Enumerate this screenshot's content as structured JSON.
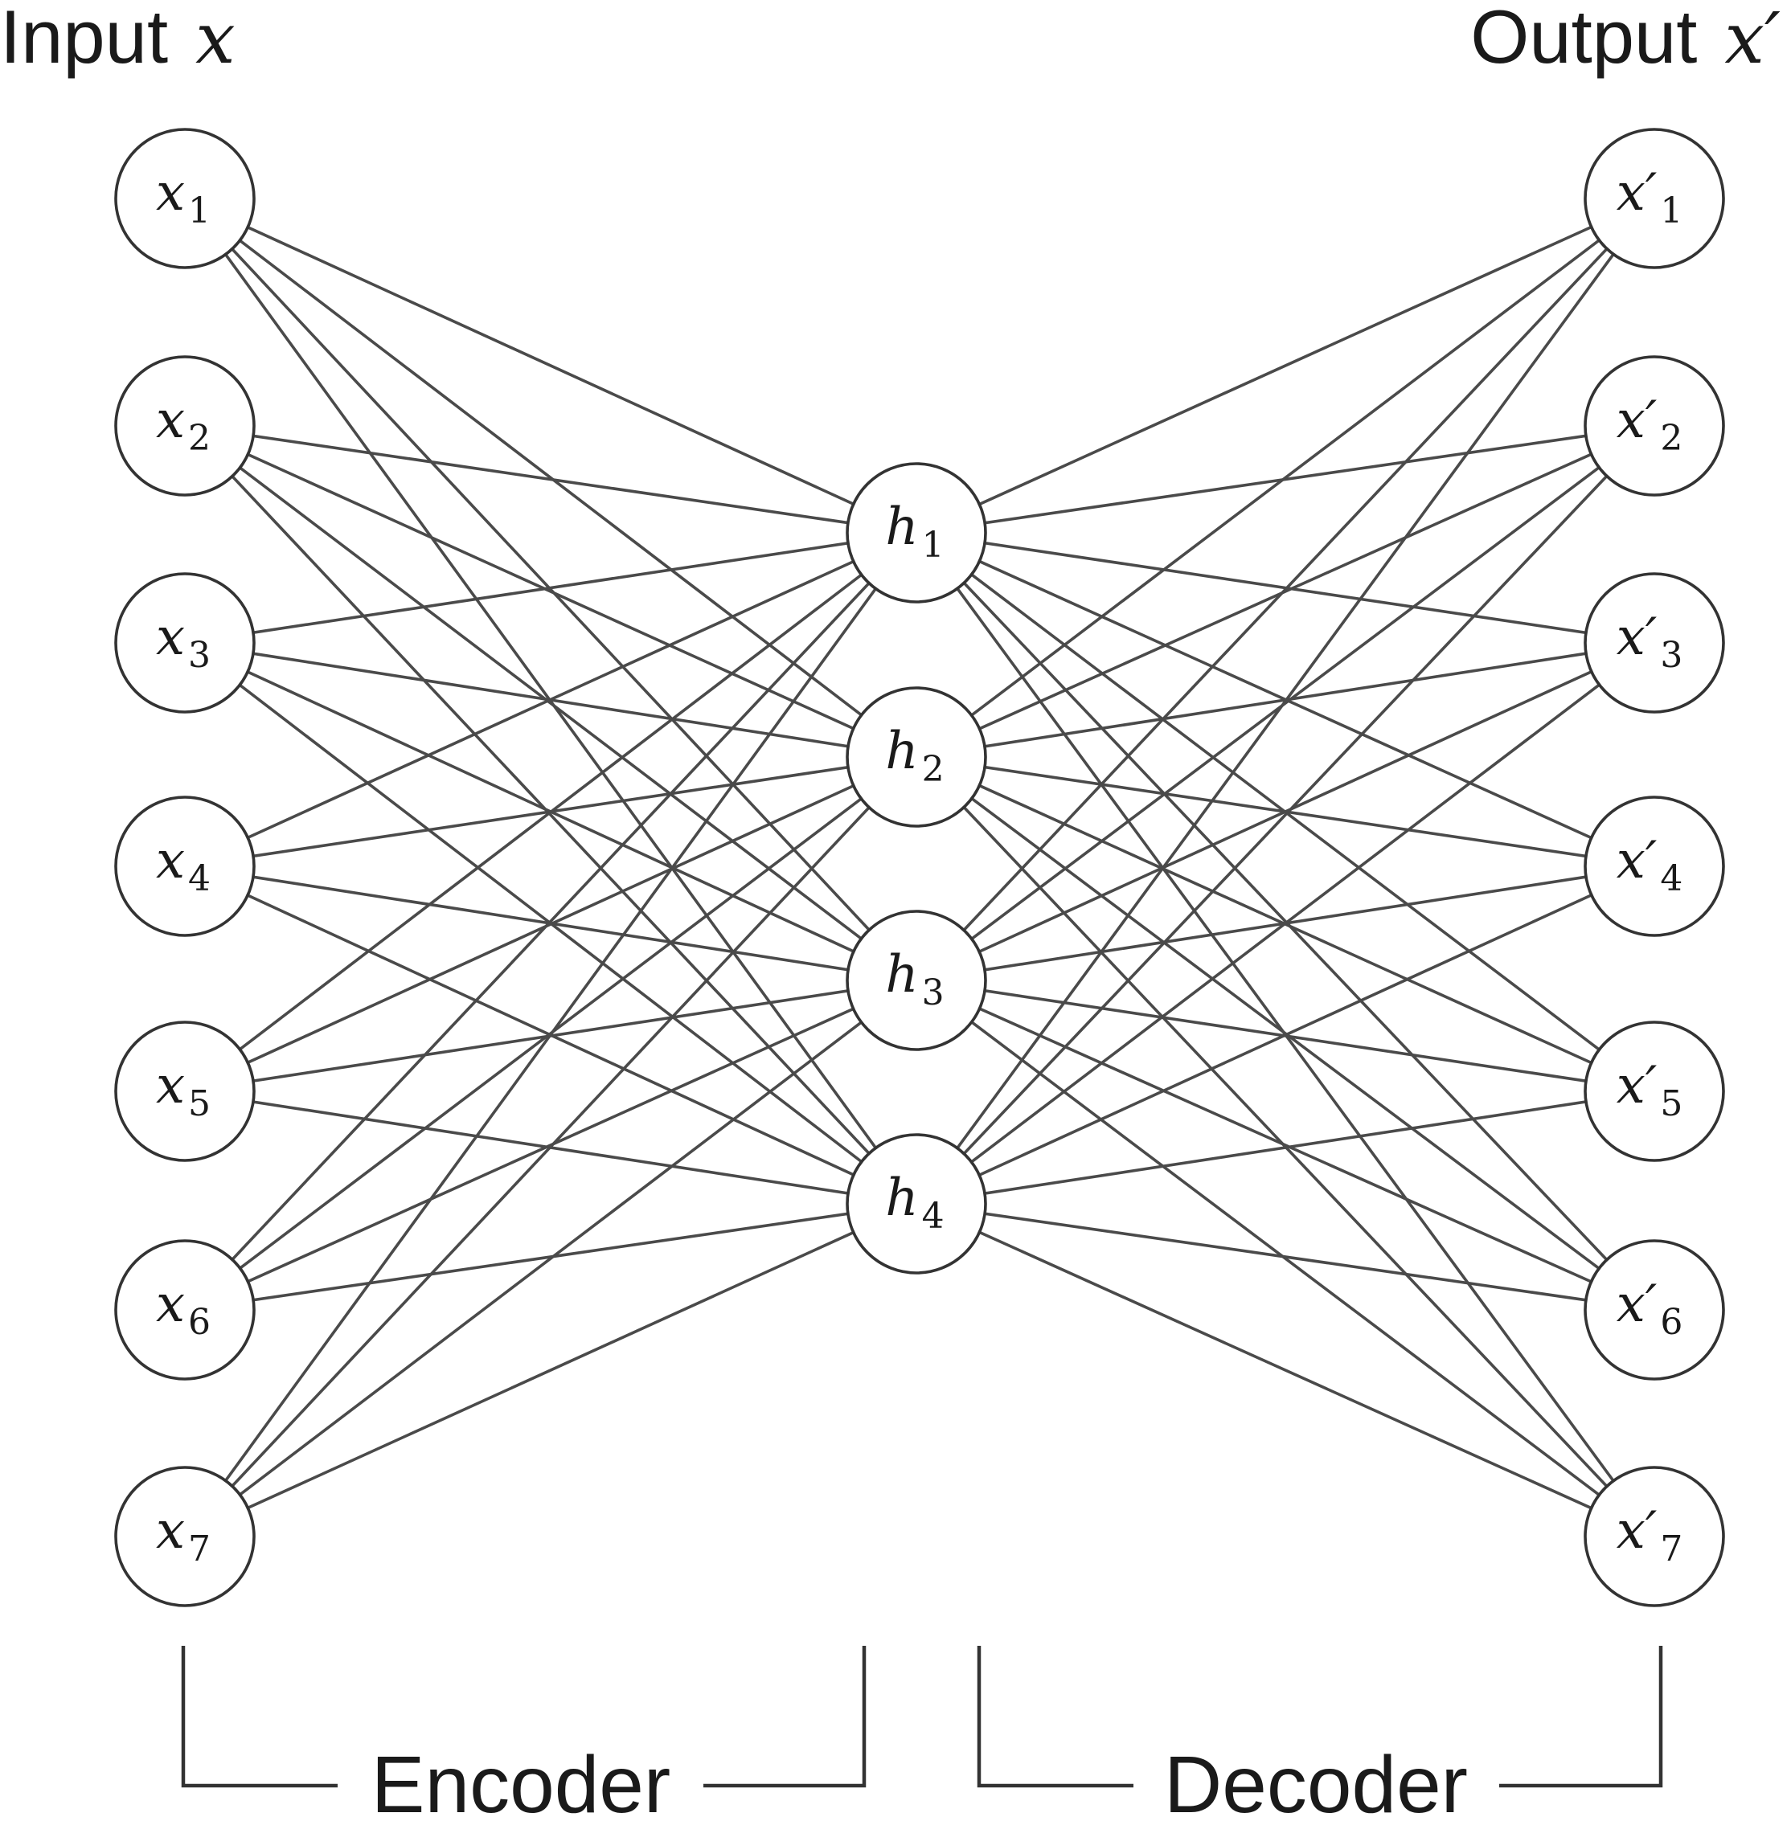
{
  "title_left": {
    "label": "Input",
    "var": "x"
  },
  "title_right": {
    "label": "Output",
    "var": "x′"
  },
  "input_layer": [
    {
      "var": "x",
      "sub": "1"
    },
    {
      "var": "x",
      "sub": "2"
    },
    {
      "var": "x",
      "sub": "3"
    },
    {
      "var": "x",
      "sub": "4"
    },
    {
      "var": "x",
      "sub": "5"
    },
    {
      "var": "x",
      "sub": "6"
    },
    {
      "var": "x",
      "sub": "7"
    }
  ],
  "hidden_layer": [
    {
      "var": "h",
      "sub": "1"
    },
    {
      "var": "h",
      "sub": "2"
    },
    {
      "var": "h",
      "sub": "3"
    },
    {
      "var": "h",
      "sub": "4"
    }
  ],
  "output_layer": [
    {
      "var": "x′",
      "sub": "1"
    },
    {
      "var": "x′",
      "sub": "2"
    },
    {
      "var": "x′",
      "sub": "3"
    },
    {
      "var": "x′",
      "sub": "4"
    },
    {
      "var": "x′",
      "sub": "5"
    },
    {
      "var": "x′",
      "sub": "6"
    },
    {
      "var": "x′",
      "sub": "7"
    }
  ],
  "encoder_label": "Encoder",
  "decoder_label": "Decoder"
}
